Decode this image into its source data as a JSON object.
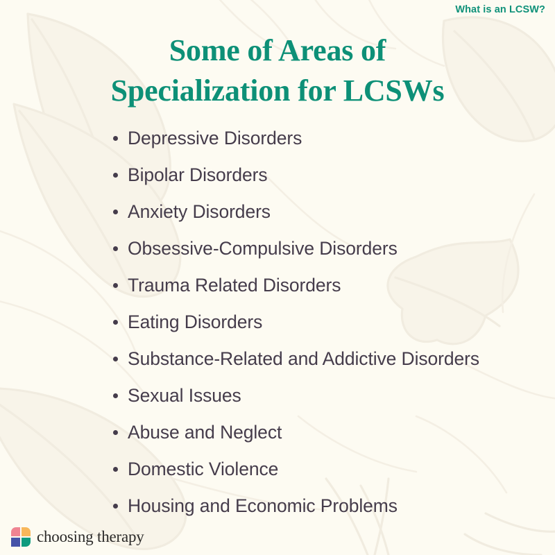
{
  "kicker": "What is an LCSW?",
  "title": {
    "line1": "Some of Areas of",
    "line2": "Specialization for LCSWs"
  },
  "list": {
    "items": [
      "Depressive Disorders",
      "Bipolar Disorders",
      "Anxiety Disorders",
      "Obsessive-Compulsive Disorders",
      "Trauma Related Disorders",
      "Eating Disorders",
      "Substance-Related and Addictive Disorders",
      "Sexual Issues",
      "Abuse and Neglect",
      "Domestic Violence",
      "Housing and Economic Problems"
    ]
  },
  "brand": {
    "name": "choosing therapy",
    "mark_icon": "pinwheel-logo-icon"
  },
  "colors": {
    "background": "#fdfbf2",
    "teal": "#0d9077",
    "text_dark": "#453c4b",
    "watermark": "#f1ece0",
    "logo_pink": "#ef8492",
    "logo_orange": "#f8b75a",
    "logo_blue": "#4553a8",
    "logo_teal": "#0e9b7e"
  }
}
